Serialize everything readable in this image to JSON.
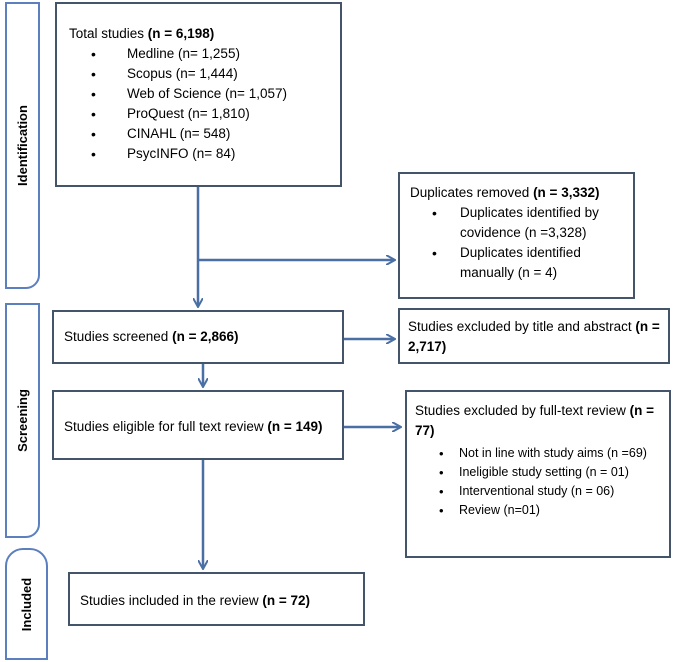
{
  "stages": {
    "identification": "Identification",
    "screening": "Screening",
    "included": "Included"
  },
  "total": {
    "label": "Total studies ",
    "count": "(n = 6,198)",
    "sources": [
      "Medline (n= 1,255)",
      "Scopus (n= 1,444)",
      "Web of Science (n= 1,057)",
      "ProQuest (n= 1,810)",
      "CINAHL (n= 548)",
      "PsycINFO (n= 84)"
    ]
  },
  "duplicates": {
    "label": "Duplicates removed ",
    "count": "(n = 3,332)",
    "items": [
      "Duplicates identified by covidence (n =3,328)",
      "Duplicates identified manually (n = 4)"
    ]
  },
  "screened": {
    "label": "Studies screened ",
    "count": "(n = 2,866)"
  },
  "excluded_title": {
    "label": "Studies excluded by title and abstract ",
    "count": "(n = 2,717)"
  },
  "eligible": {
    "label": "Studies eligible for full text review ",
    "count": "(n = 149)"
  },
  "excluded_full": {
    "label": "Studies excluded by full-text review ",
    "count": "(n = 77)",
    "items": [
      "Not in line with study aims (n =69)",
      "Ineligible study setting (n = 01)",
      "Interventional study (n = 06)",
      "Review (n=01)"
    ]
  },
  "included": {
    "label": "Studies included in the review ",
    "count": "(n = 72)"
  },
  "colors": {
    "box_border": "#44546a",
    "stage_border": "#5b7fbf",
    "arrow": "#4a6fa5"
  }
}
